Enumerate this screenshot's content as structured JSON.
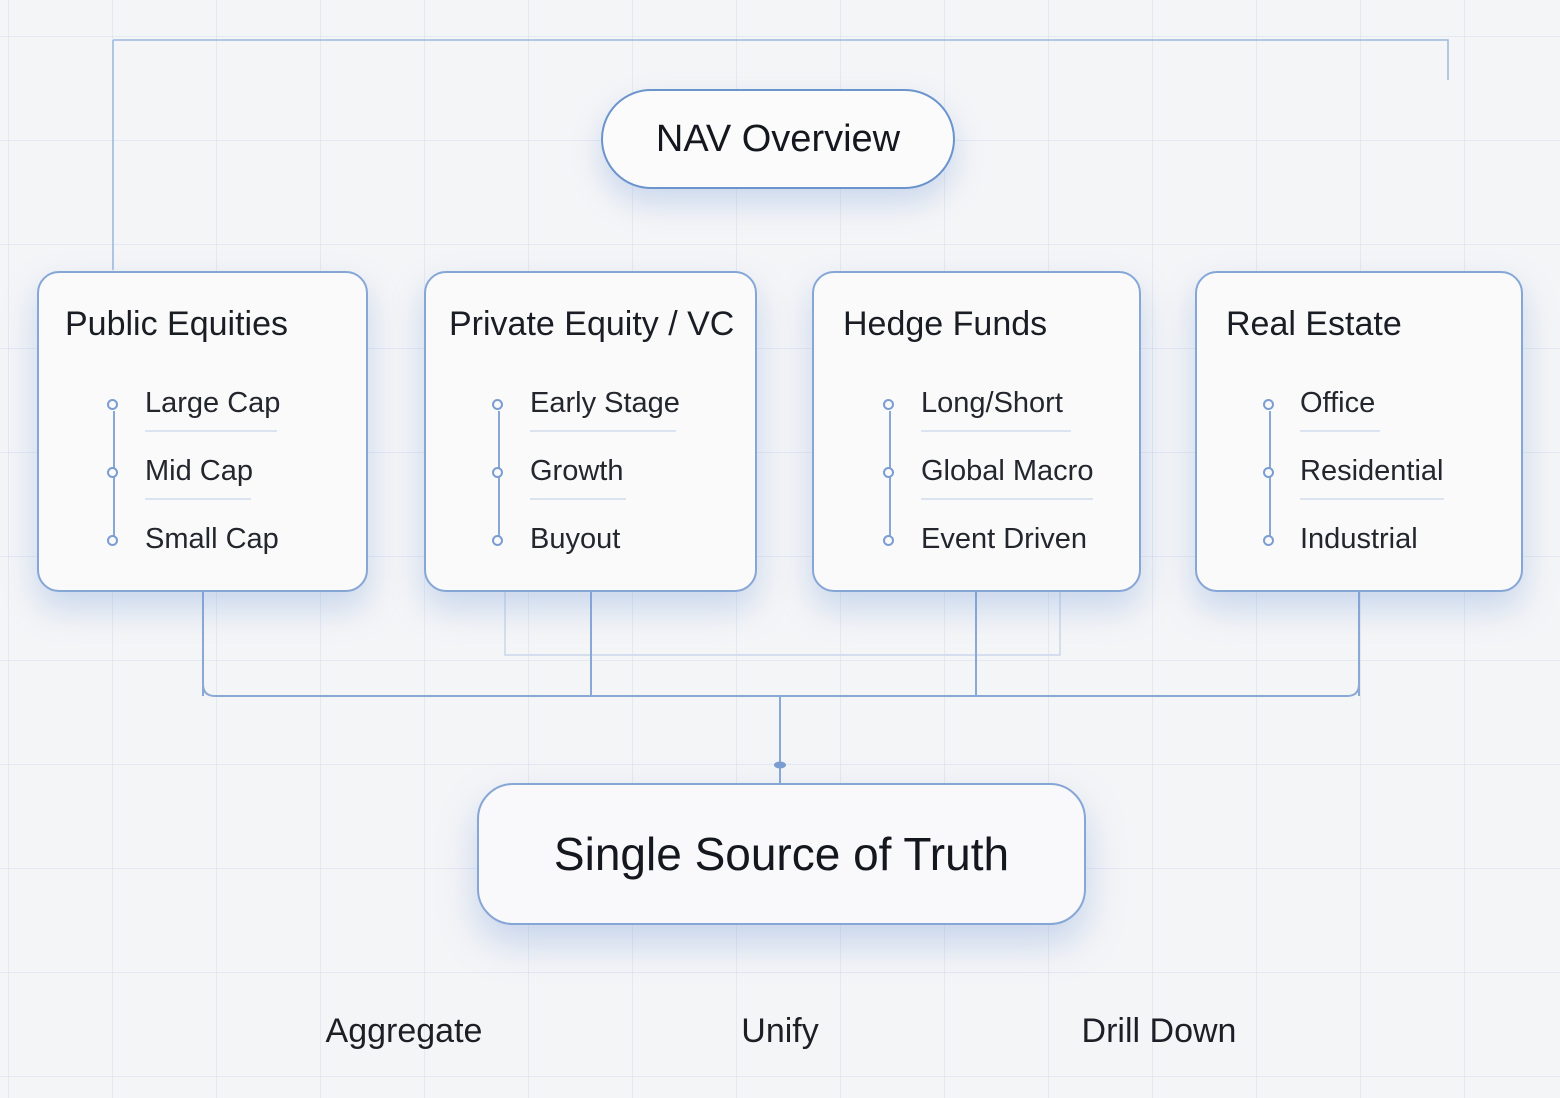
{
  "top_node": {
    "label": "NAV Overview"
  },
  "categories": [
    {
      "title": "Public Equities",
      "items": [
        "Large Cap",
        "Mid Cap",
        "Small Cap"
      ]
    },
    {
      "title": "Private Equity / VC",
      "items": [
        "Early Stage",
        "Growth",
        "Buyout"
      ]
    },
    {
      "title": "Hedge Funds",
      "items": [
        "Long/Short",
        "Global Macro",
        "Event Driven"
      ]
    },
    {
      "title": "Real Estate",
      "items": [
        "Office",
        "Residential",
        "Industrial"
      ]
    }
  ],
  "bottom_node": {
    "label": "Single Source of Truth"
  },
  "footer_labels": [
    "Aggregate",
    "Unify",
    "Drill Down"
  ],
  "colors": {
    "accent": "#6b93cc",
    "border": "#86a6d6",
    "background": "#f4f5f7"
  }
}
